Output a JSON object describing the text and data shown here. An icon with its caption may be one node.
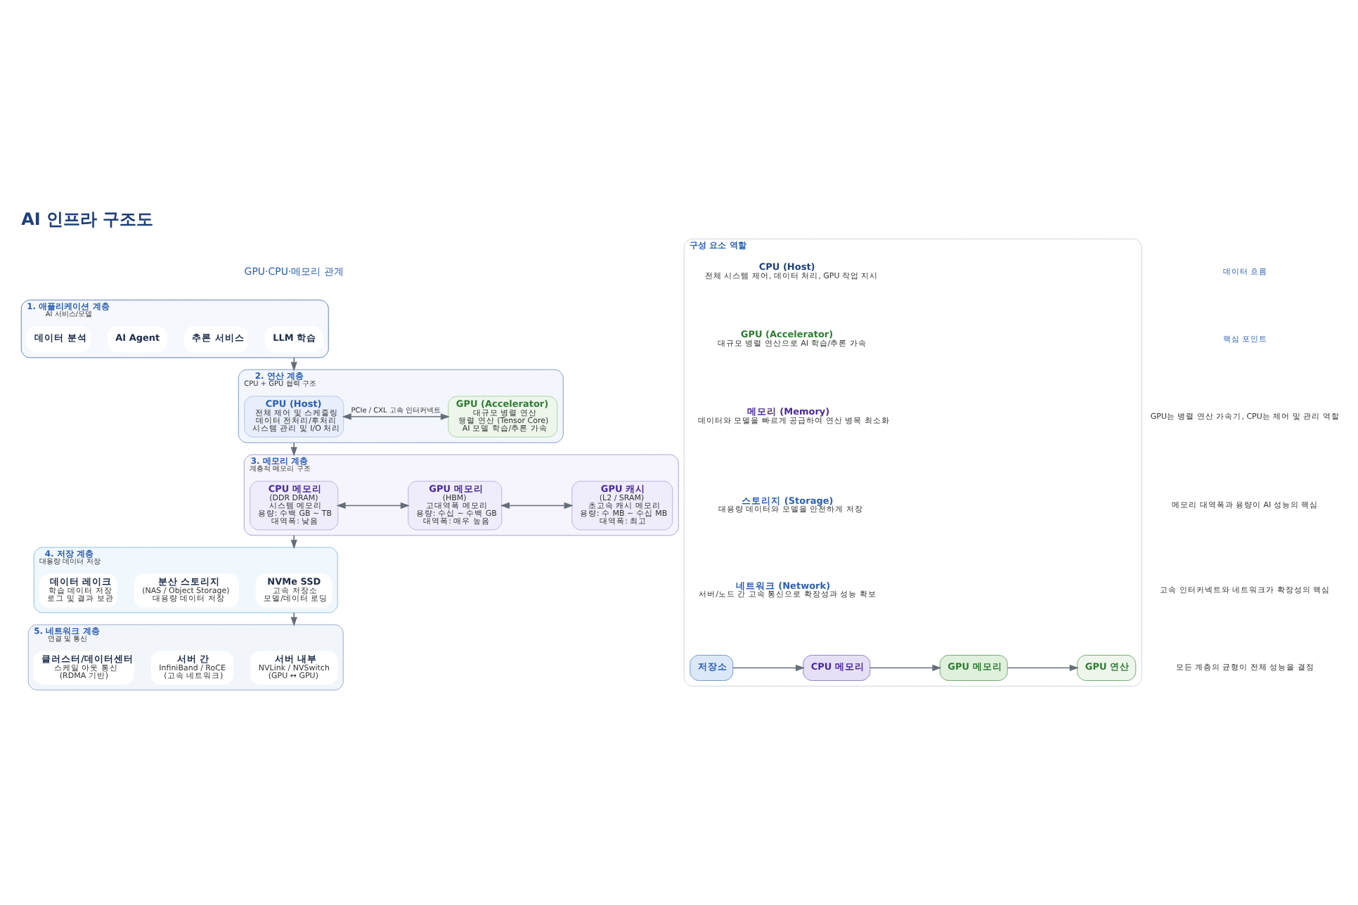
{
  "diagram": {
    "title": "AI 인프라 구조도",
    "nodes": [
      {
        "text": [
          "1. 애플리케이션 계층",
          "AI 서비스/모델"
        ]
      },
      {
        "text": [
          "LLM 학습"
        ],
        "in": 0
      },
      {
        "text": [
          "추론 서비스"
        ],
        "in": 0
      },
      {
        "text": [
          "AI Agent"
        ],
        "in": 0
      },
      {
        "text": [
          "데이터 분석"
        ],
        "in": 0
      },
      {
        "text": [
          "2. 연산 계층",
          "CPU + GPU 협력 구조"
        ]
      },
      {
        "text": [
          "CPU (Host)",
          "전체 제어 및 스케줄링",
          "데이터 전처리/후처리",
          "시스템 관리 및 I/O 처리"
        ],
        "in": 5
      },
      {
        "text": [
          "GPU (Accelerator)",
          "대규모 병렬 연산",
          "행렬 연산 (Tensor Core)",
          "AI 모델 학습/추론 가속"
        ],
        "in": 5
      },
      {
        "text": [
          "3. 메모리 계층",
          "계층적 메모리 구조"
        ]
      },
      {
        "text": [
          "CPU 메모리",
          "(DDR DRAM)",
          "시스템 메모리",
          "용량: 수백 GB ~ TB",
          "대역폭: 낮음"
        ],
        "in": 8
      },
      {
        "text": [
          "GPU 메모리",
          "(HBM)",
          "고대역폭 메모리",
          "용량: 수십 ~ 수백 GB",
          "대역폭: 매우 높음"
        ],
        "in": 8
      },
      {
        "text": [
          "GPU 캐시",
          "(L2 / SRAM)",
          "초고속 캐시 메모리",
          "용량: 수 MB ~ 수십 MB",
          "대역폭: 최고"
        ],
        "in": 8
      },
      {
        "text": [
          "4. 저장 계층",
          "대용량 데이터 저장"
        ]
      },
      {
        "text": [
          "NVMe SSD",
          "고속 저장소",
          "모델/데이터 로딩"
        ],
        "in": 12
      },
      {
        "text": [
          "분산 스토리지",
          "(NAS / Object Storage)",
          "대용량 데이터 저장"
        ],
        "in": 12
      },
      {
        "text": [
          "데이터 레이크",
          "학습 데이터 저장",
          "로그 및 결과 보관"
        ],
        "in": 12
      },
      {
        "text": [
          "5. 네트워크 계층",
          "연결 및 통신"
        ]
      },
      {
        "text": [
          "서버 내부",
          "NVLink / NVSwitch",
          "(GPU ↔ GPU)"
        ],
        "in": 16
      },
      {
        "text": [
          "서버 간",
          "InfiniBand / RoCE",
          "(고속 네트워크)"
        ],
        "in": 16
      },
      {
        "text": [
          "클러스터/데이터센터",
          "스케일 아웃 통신",
          "(RDMA 기반)"
        ],
        "in": 16
      },
      {
        "text": [
          "구성 요소 역할"
        ]
      },
      {
        "text": [
          "CPU (Host)",
          "전체 시스템 제어, 데이터 처리, GPU 작업 지시"
        ],
        "in": 20
      },
      {
        "text": [
          "GPU (Accelerator)",
          "대규모 병렬 연산으로 AI 학습/추론 가속"
        ],
        "in": 20
      },
      {
        "text": [
          "메모리 (Memory)",
          "데이터와 모델을 빠르게 공급하여 연산 병목 최소화"
        ],
        "in": 20
      },
      {
        "text": [
          "스토리지 (Storage)",
          "대용량 데이터와 모델을 안전하게 저장"
        ],
        "in": 20
      },
      {
        "text": [
          "네트워크 (Network)",
          "서버/노드 간 고속 통신으로 확장성과 성능 확보"
        ],
        "in": 20
      },
      {
        "text": [
          "저장소"
        ],
        "in": 20
      },
      {
        "text": [
          "CPU 메모리"
        ],
        "in": 20
      },
      {
        "text": [
          "GPU 메모리"
        ],
        "in": 20
      },
      {
        "text": [
          "GPU 연산"
        ],
        "in": 20
      }
    ],
    "edges": [
      {
        "from": 0,
        "to": 5,
        "arrow": "to"
      },
      {
        "from": 6,
        "to": 7,
        "arrow": "both",
        "label": "PCIe / CXL 고속 인터커넥트"
      },
      {
        "from": 5,
        "to": 8,
        "arrow": "to"
      },
      {
        "from": 9,
        "to": 10,
        "arrow": "both"
      },
      {
        "from": 10,
        "to": 11,
        "arrow": "both"
      },
      {
        "from": 8,
        "to": 12,
        "arrow": "to"
      },
      {
        "from": 12,
        "to": 16,
        "arrow": "to"
      },
      {
        "from": 26,
        "to": 27,
        "arrow": "to"
      },
      {
        "from": 27,
        "to": 28,
        "arrow": "to"
      },
      {
        "from": 28,
        "to": 29,
        "arrow": "to"
      }
    ],
    "labels": [
      "GPU·CPU·메모리 관계",
      "데이터 흐름",
      "핵심 포인트",
      "GPU는 병렬 연산 가속기, CPU는 제어 및 관리 역할",
      "메모리 대역폭과 용량이 AI 성능의 핵심",
      "고속 인터커넥트와 네트워크가 확장성의 핵심",
      "모든 계층의 균형이 전체 성능을 결정"
    ]
  }
}
